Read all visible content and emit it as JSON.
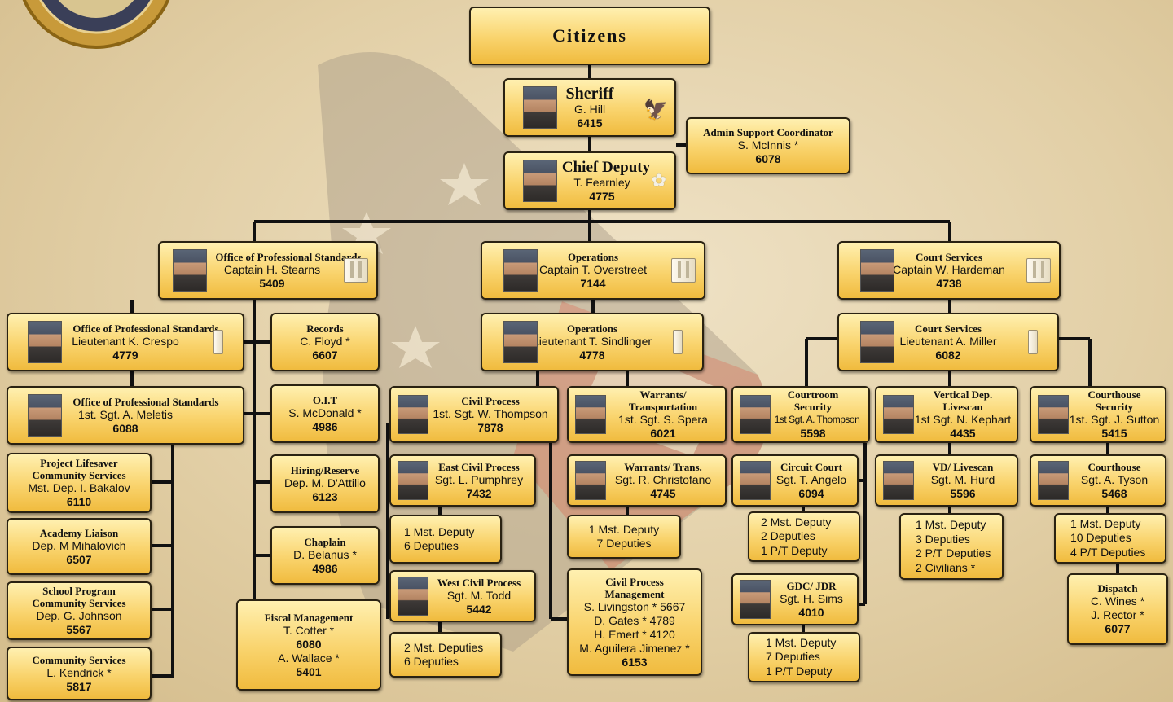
{
  "citizens": "Citizens",
  "sheriff": {
    "title": "Sheriff",
    "name": "G. Hill",
    "ext": "6415"
  },
  "admin": {
    "title": "Admin Support Coordinator",
    "name": "S. McInnis *",
    "ext": "6078"
  },
  "chief": {
    "title": "Chief Deputy",
    "name": "T. Fearnley",
    "ext": "4775"
  },
  "ops_cap": {
    "title": "Office of Professional Standards",
    "name": "Captain H. Stearns",
    "ext": "5409"
  },
  "oper_cap": {
    "title": "Operations",
    "name": "Captain T. Overstreet",
    "ext": "7144"
  },
  "court_cap": {
    "title": "Court Services",
    "name": "Captain W. Hardeman",
    "ext": "4738"
  },
  "ops_lt": {
    "title": "Office of Professional Standards",
    "name": "Lieutenant K. Crespo",
    "ext": "4779"
  },
  "ops_sgt": {
    "title": "Office of Professional Standards",
    "name": "1st. Sgt. A. Meletis",
    "ext": "6088"
  },
  "lifesaver": {
    "title1": "Project Lifesaver",
    "title2": "Community Services",
    "name": "Mst. Dep. I. Bakalov",
    "ext": "6110"
  },
  "academy": {
    "title": "Academy Liaison",
    "name": "Dep. M Mihalovich",
    "ext": "6507"
  },
  "school": {
    "title1": "School Program",
    "title2": "Community Services",
    "name": "Dep. G. Johnson",
    "ext": "5567"
  },
  "community": {
    "title": "Community Services",
    "name": "L. Kendrick *",
    "ext": "5817"
  },
  "records": {
    "title": "Records",
    "name": "C. Floyd *",
    "ext": "6607"
  },
  "oit": {
    "title": "O.I.T",
    "name": "S. McDonald *",
    "ext": "4986"
  },
  "hiring": {
    "title": "Hiring/Reserve",
    "name": "Dep. M. D'Attilio",
    "ext": "6123"
  },
  "chaplain": {
    "title": "Chaplain",
    "name": "D. Belanus *",
    "ext": "4986"
  },
  "fiscal": {
    "title": "Fiscal Management",
    "name1": "T. Cotter *",
    "ext1": "6080",
    "name2": "A. Wallace *",
    "ext2": "5401"
  },
  "oper_lt": {
    "title": "Operations",
    "name": "Lieutenant T. Sindlinger",
    "ext": "4778"
  },
  "civil": {
    "title": "Civil Process",
    "name": "1st. Sgt. W. Thompson",
    "ext": "7878"
  },
  "east_civil": {
    "title": "East Civil Process",
    "name": "Sgt. L. Pumphrey",
    "ext": "7432"
  },
  "east_staff": {
    "line1": "1 Mst. Deputy",
    "line2": "6 Deputies"
  },
  "west_civil": {
    "title": "West Civil Process",
    "name": "Sgt. M. Todd",
    "ext": "5442"
  },
  "west_staff": {
    "line1": "2 Mst. Deputies",
    "line2": "6 Deputies"
  },
  "warrants": {
    "title1": "Warrants/",
    "title2": "Transportation",
    "name": "1st. Sgt. S. Spera",
    "ext": "6021"
  },
  "warrants_trans": {
    "title": "Warrants/ Trans.",
    "name": "Sgt. R. Christofano",
    "ext": "4745"
  },
  "warrants_staff": {
    "line1": "1 Mst. Deputy",
    "line2": "7 Deputies"
  },
  "civil_mgmt": {
    "title1": "Civil Process",
    "title2": "Management",
    "line1": "S. Livingston * 5667",
    "line2": "D. Gates * 4789",
    "line3": "H. Emert * 4120",
    "line4": "M. Aguilera Jimenez *",
    "line5": "6153"
  },
  "court_lt": {
    "title": "Court Services",
    "name": "Lieutenant A. Miller",
    "ext": "6082"
  },
  "courtroom": {
    "title1": "Courtroom",
    "title2": "Security",
    "name": "1st Sgt. A. Thompson",
    "ext": "5598"
  },
  "circuit": {
    "title": "Circuit Court",
    "name": "Sgt. T. Angelo",
    "ext": "6094"
  },
  "circuit_staff": {
    "line1": "2 Mst. Deputy",
    "line2": "2 Deputies",
    "line3": "1 P/T Deputy"
  },
  "gdc": {
    "title": "GDC/ JDR",
    "name": "Sgt. H. Sims",
    "ext": "4010"
  },
  "gdc_staff": {
    "line1": "1 Mst. Deputy",
    "line2": "7 Deputies",
    "line3": "1 P/T Deputy"
  },
  "vertical": {
    "title1": "Vertical Dep.",
    "title2": "Livescan",
    "name": "1st Sgt. N. Kephart",
    "ext": "4435"
  },
  "vd": {
    "title": "VD/ Livescan",
    "name": "Sgt. M. Hurd",
    "ext": "5596"
  },
  "vd_staff": {
    "line1": "1 Mst. Deputy",
    "line2": "3 Deputies",
    "line3": "2 P/T Deputies",
    "line4": "2 Civilians *"
  },
  "chs": {
    "title1": "Courthouse",
    "title2": "Security",
    "name": "1st. Sgt. J. Sutton",
    "ext": "5415"
  },
  "courthouse": {
    "title": "Courthouse",
    "name": "Sgt. A. Tyson",
    "ext": "5468"
  },
  "courthouse_staff": {
    "line1": "1 Mst. Deputy",
    "line2": "10 Deputies",
    "line3": "4 P/T Deputies"
  },
  "dispatch": {
    "title": "Dispatch",
    "name1": "C. Wines *",
    "name2": "J. Rector *",
    "ext": "6077"
  }
}
